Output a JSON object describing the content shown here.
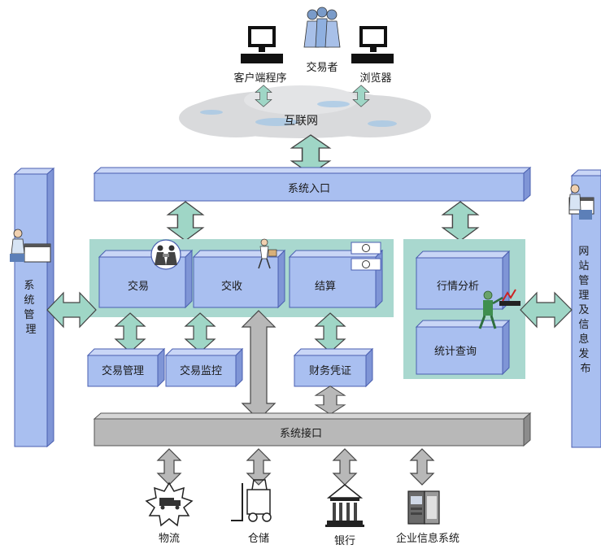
{
  "top": {
    "client_label": "客户端程序",
    "trader_label": "交易者",
    "browser_label": "浏览器",
    "cloud_label": "互联网"
  },
  "bars": {
    "entry": "系统入口",
    "interface": "系统接口"
  },
  "sides": {
    "left": [
      "系",
      "统",
      "管",
      "理"
    ],
    "right": [
      "网",
      "站",
      "管",
      "理",
      "及",
      "信",
      "息",
      "发",
      "布"
    ]
  },
  "modules": {
    "trade": "交易",
    "receive": "交收",
    "settle": "结算",
    "market_analysis": "行情分析",
    "stats_query": "统计查询"
  },
  "sub_modules": {
    "trade_mgmt": "交易管理",
    "trade_monitor": "交易监控",
    "finance_voucher": "财务凭证"
  },
  "bottom": {
    "logistics": "物流",
    "warehouse": "仓储",
    "bank": "银行",
    "enterprise": "企业信息系统"
  },
  "colors": {
    "blue_fill": "#a9bff0",
    "blue_stroke": "#4a5fb0",
    "teal_panel": "#a9d8cf",
    "arrow_green": "#9fd6c6",
    "arrow_gray": "#b8b8b8",
    "cloud": "#d9dadc"
  }
}
